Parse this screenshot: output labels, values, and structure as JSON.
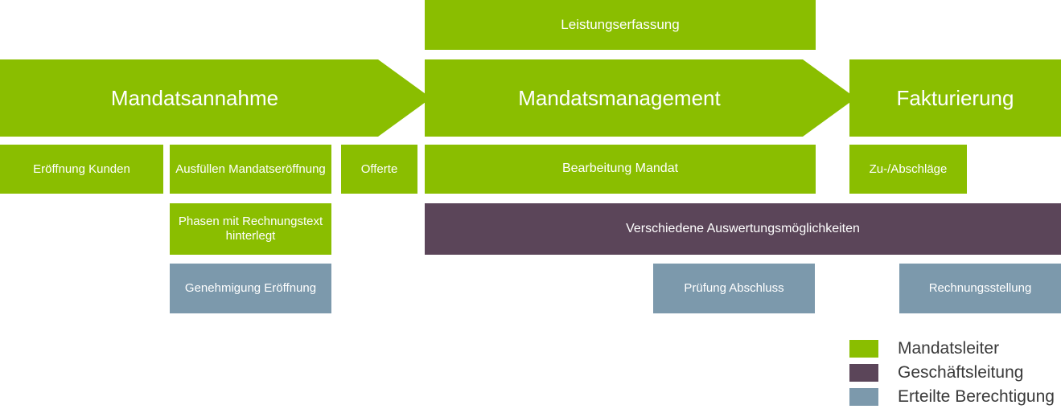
{
  "colors": {
    "green": "#8ABE00",
    "purple": "#5B4559",
    "blue": "#7C99AC",
    "text_on_fill": "#FFFFFF",
    "legend_text": "#3A3A3A",
    "background": "#FFFFFF"
  },
  "top_strip": {
    "leistungserfassung": "Leistungserfassung"
  },
  "phases": [
    {
      "label": "Mandatsannahme",
      "color": "green",
      "shape": "chevron"
    },
    {
      "label": "Mandatsmanagement",
      "color": "green",
      "shape": "chevron"
    },
    {
      "label": "Fakturierung",
      "color": "green",
      "shape": "rectangle"
    }
  ],
  "row2": [
    {
      "label": "Eröffnung Kunden",
      "color": "green"
    },
    {
      "label": "Ausfüllen Mandatseröffnung",
      "color": "green"
    },
    {
      "label": "Offerte",
      "color": "green"
    },
    {
      "label": "Bearbeitung Mandat",
      "color": "green"
    },
    {
      "label": "Zu-/Abschläge",
      "color": "green"
    }
  ],
  "row3": [
    {
      "label": "Phasen mit Rechnungstext hinterlegt",
      "color": "green"
    },
    {
      "label": "Verschiedene Auswertungsmöglichkeiten",
      "color": "purple"
    }
  ],
  "row4": [
    {
      "label": "Genehmigung Eröffnung",
      "color": "blue"
    },
    {
      "label": "Prüfung Abschluss",
      "color": "blue"
    },
    {
      "label": "Rechnungsstellung",
      "color": "blue"
    }
  ],
  "legend": {
    "items": [
      {
        "label": "Mandatsleiter",
        "color": "green"
      },
      {
        "label": "Geschäftsleitung",
        "color": "purple"
      },
      {
        "label": "Erteilte Berechtigung",
        "color": "blue"
      }
    ]
  }
}
